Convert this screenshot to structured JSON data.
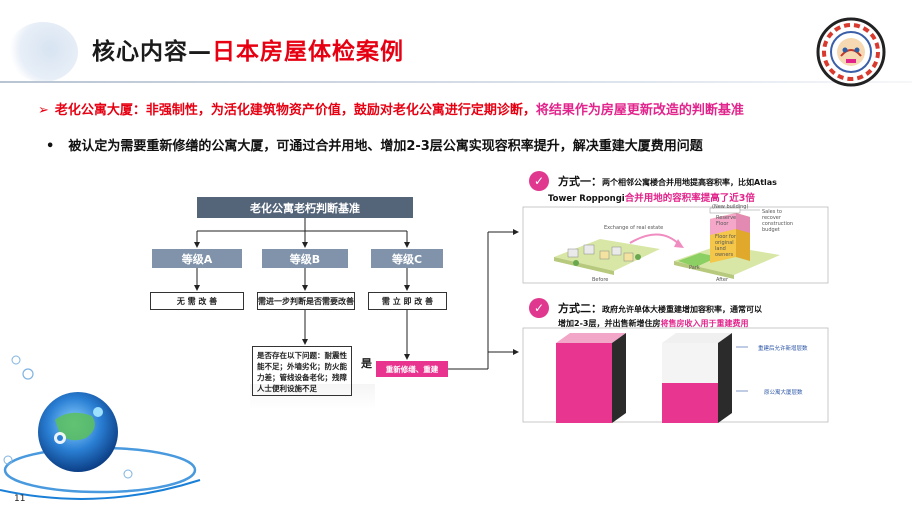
{
  "header": {
    "title_part1": "核心内容—",
    "title_part2": "日本房屋体检案例"
  },
  "line1": {
    "marker": "➢",
    "text": "老化公寓大厦：非强制性，为活化建筑物资产价值，鼓励对老化公寓进行定期诊断，",
    "emphasis": "将结果作为房屋更新改造的判断基准"
  },
  "line2": {
    "marker": "•",
    "text": "被认定为需要重新修缮的公寓大厦，可通过合并用地、增加2-3层公寓实现容积率提升，解决重建大厦费用问题"
  },
  "flowchart": {
    "root": "老化公寓老朽判断基准",
    "grades": [
      "等级A",
      "等级B",
      "等级C"
    ],
    "outcomes": [
      "无 需 改 善",
      "需进一步判断是否需要改善",
      "需 立 即 改 善"
    ],
    "condition_bold": "是否存在以下问题：",
    "condition_text": "耐震性能不足；外墙劣化；防火能力差；管线设备老化；残障人士便利设施不足",
    "yes": "是",
    "action": "重新修缮、重建"
  },
  "method1": {
    "label": "方式一：",
    "desc": "两个相邻公寓楼合并用地提高容积率，比如Atlas",
    "line2_text": "Tower Roppongi",
    "line2_emph": "合并用地的容积率提高了近3倍",
    "diagram": {
      "exchange": "Exchange of real estate",
      "new_building": "(New building)",
      "sales": "Sales to recover construction budget",
      "reserve": "Reserve Floor",
      "floor_for": "Floor for original land owners",
      "park": "Park",
      "before": "Before",
      "after": "After"
    }
  },
  "method2": {
    "label": "方式二：",
    "desc": "政府允许单体大楼重建增加容积率，通常可以",
    "line2_text": "增加2-3层，并出售新增住房",
    "line2_emph": "将售房收入用于重建费用",
    "legend_new": "重建后允许新增层数",
    "legend_old": "原公寓大厦层数"
  },
  "page_number": "11",
  "colors": {
    "accent_red": "#e60012",
    "accent_pink": "#e2258c",
    "flow_dark": "#54657a",
    "flow_grade": "#8093aa"
  }
}
